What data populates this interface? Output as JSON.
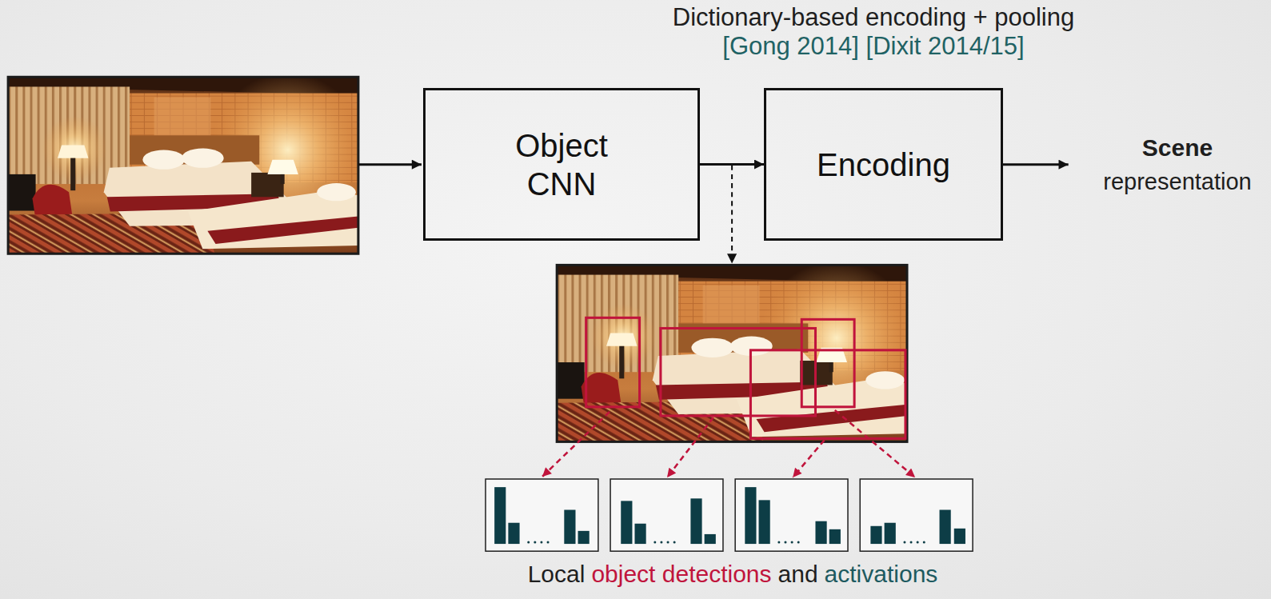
{
  "diagram": {
    "nodes": [
      {
        "text": [
          "Object CNN"
        ]
      },
      {
        "text": [
          "Encoding"
        ]
      }
    ],
    "edges": [
      {
        "from": 0,
        "to": 1,
        "arrow": "to"
      }
    ],
    "labels": [
      "Dictionary-based encoding + pooling",
      "[Gong 2014] [Dixit 2014/15]",
      "Scene",
      "representation",
      "Local",
      "object detections",
      "and",
      "activations"
    ]
  }
}
